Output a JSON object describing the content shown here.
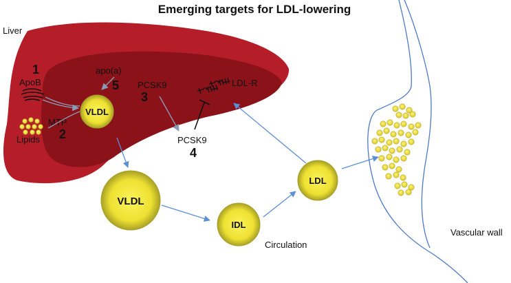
{
  "title": "Emerging targets for LDL-lowering",
  "regions": {
    "liver": "Liver",
    "circulation": "Circulation",
    "vascular_wall": "Vascular wall"
  },
  "targets": {
    "apob": {
      "number": "1",
      "label": "ApoB"
    },
    "mtp": {
      "number": "2",
      "label": "MTP"
    },
    "pcsk9_liver": {
      "number": "3",
      "label": "PCSK9"
    },
    "pcsk9_circ": {
      "number": "4",
      "label": "PCSK9"
    },
    "apoa": {
      "number": "5",
      "label": "apo(a)"
    }
  },
  "labels": {
    "lipids": "Lipids",
    "ldl_receptor": "LDL-R"
  },
  "particles": {
    "vldl_liver": "VLDL",
    "vldl_circ": "VLDL",
    "idl": "IDL",
    "ldl": "LDL"
  },
  "colors": {
    "liver_outer": "#b51e29",
    "liver_inner": "#8c1219",
    "arrow": "#5b8fd6",
    "particle_fill": "#f2ea3a",
    "particle_edge": "#a7a22b",
    "vessel_line": "#4d79c7"
  }
}
